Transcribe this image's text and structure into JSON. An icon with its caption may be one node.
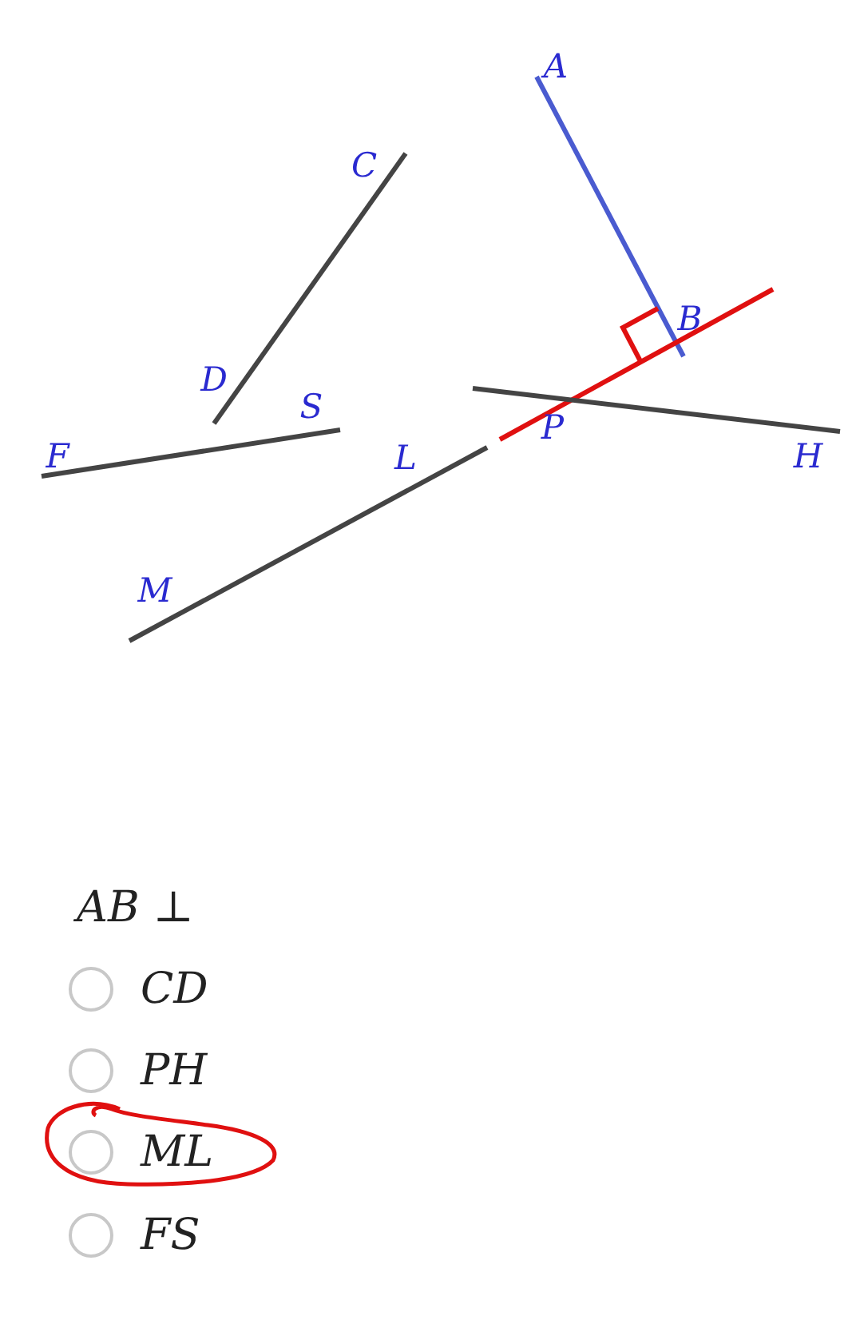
{
  "diagram": {
    "labels": [
      "A",
      "C",
      "B",
      "D",
      "S",
      "P",
      "F",
      "L",
      "H",
      "M",
      "AB ⊥",
      "CD",
      "PH",
      "ML",
      "FS"
    ]
  }
}
